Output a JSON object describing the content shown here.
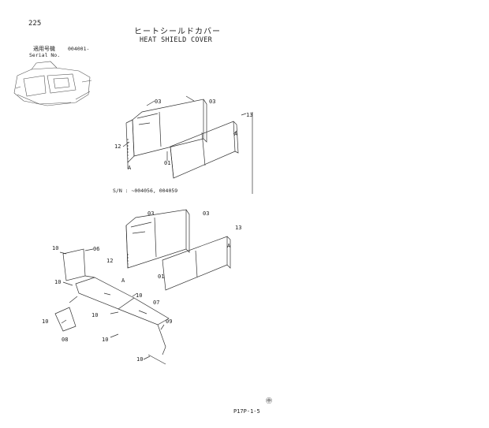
{
  "header": {
    "page_number": "225",
    "title_jp": "ヒートシールドカバー",
    "title_en": "HEAT SHIELD COVER",
    "serial_label_jp": "適用号機",
    "serial_value": "004001-",
    "serial_label_en": "Serial No."
  },
  "upper_view": {
    "callouts": {
      "c03a": "03",
      "c03b": "03",
      "c13": "13",
      "cA1": "A",
      "c12": "12",
      "cA2": "A",
      "c01": "01"
    },
    "sn_note": "S/N : ~004056, 004059"
  },
  "lower_view": {
    "callouts": {
      "c03a": "03",
      "c03b": "03",
      "c13": "13",
      "cA1": "A",
      "c12": "12",
      "c06": "06",
      "c10a": "10",
      "c10b": "10",
      "cA2": "A",
      "c01": "01",
      "c10c": "10",
      "c10d": "10",
      "c07": "07",
      "c10e": "10",
      "c10f": "10",
      "c09": "09",
      "c08": "08",
      "c10g": "10"
    }
  },
  "footer": {
    "page_ref": "P17P-1-5",
    "mark": "㊥"
  },
  "colors": {
    "line": "#333333",
    "text": "#222222",
    "background": "#ffffff"
  }
}
